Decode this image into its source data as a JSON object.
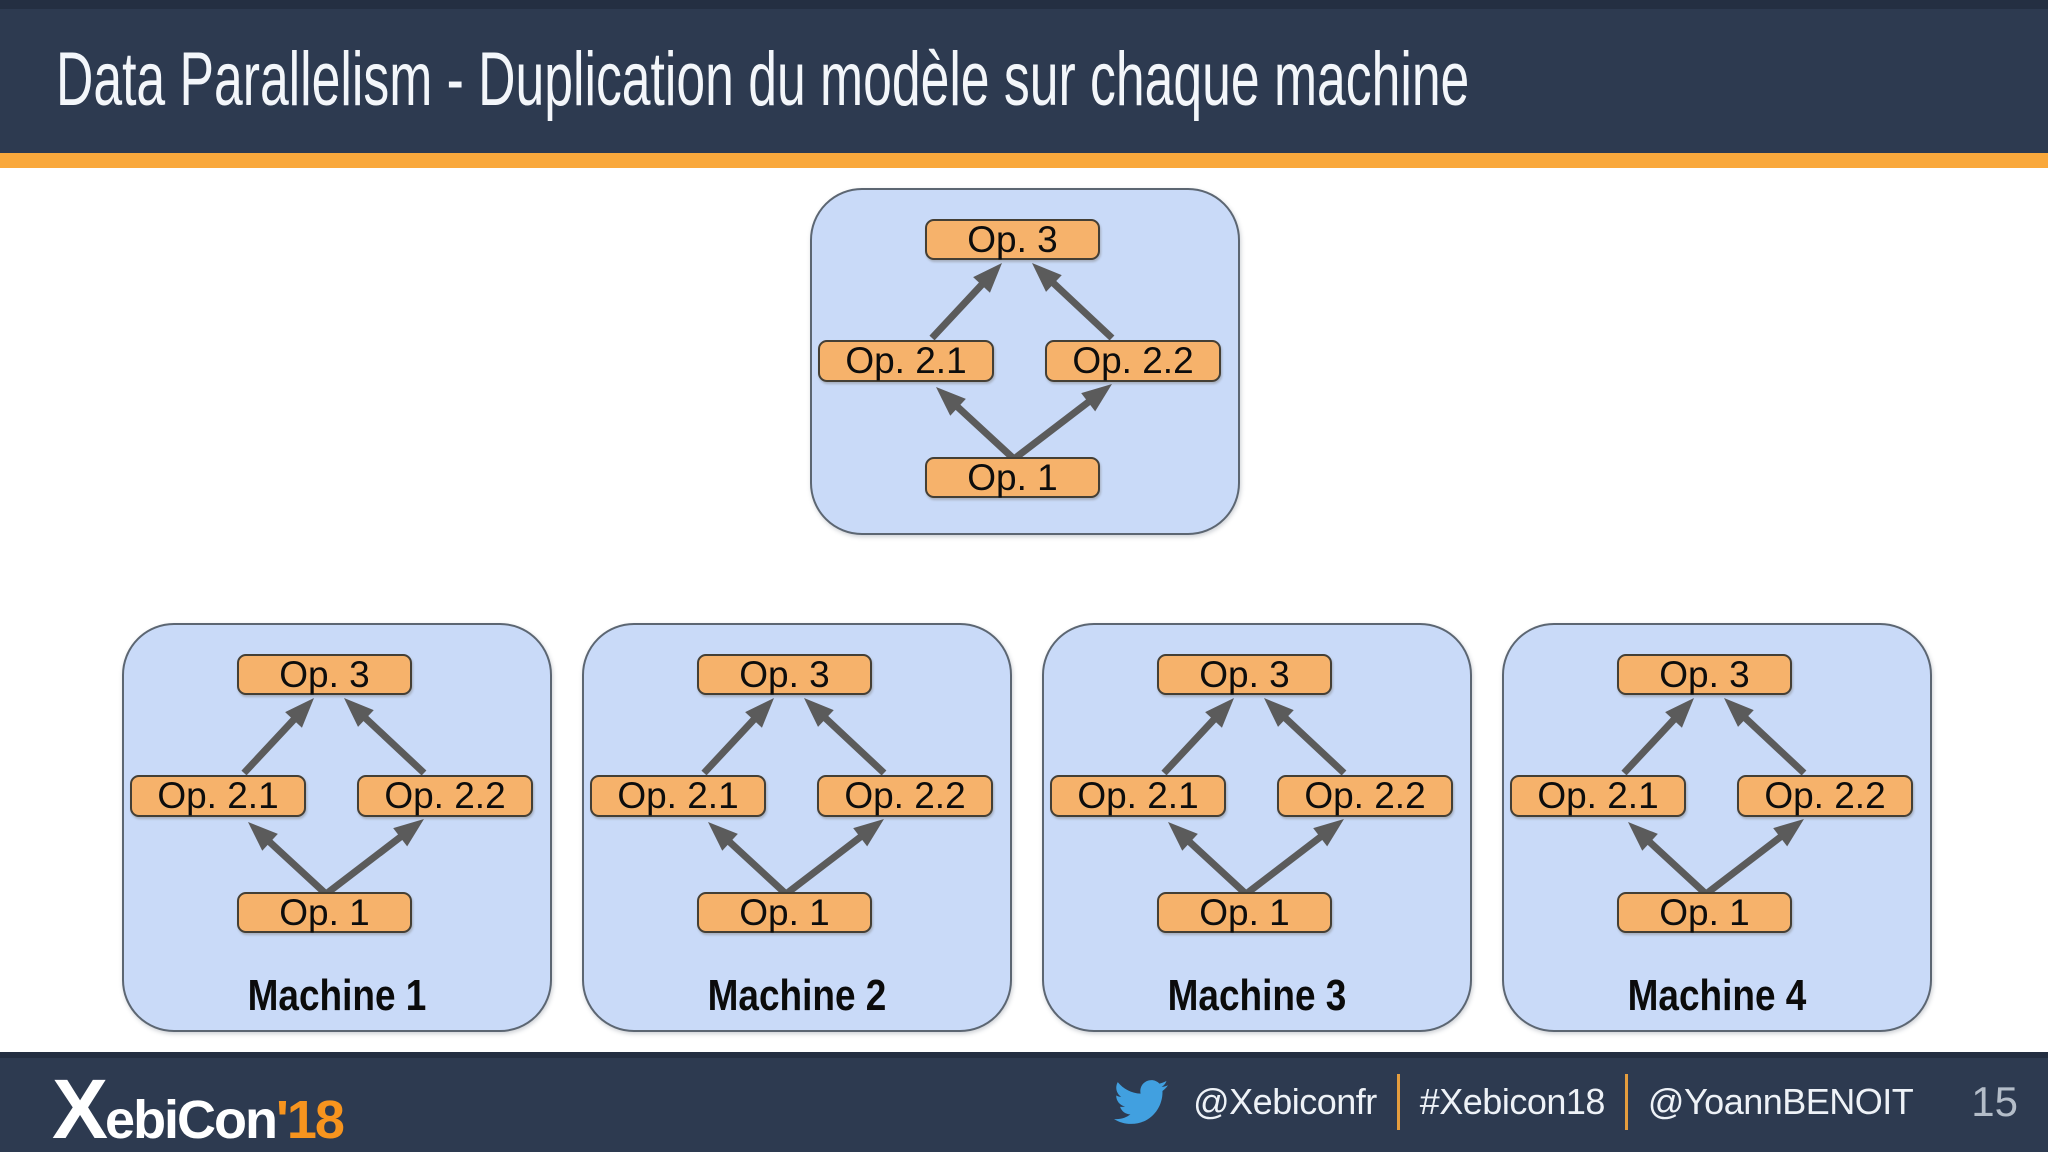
{
  "header": {
    "title": "Data Parallelism - Duplication du modèle sur chaque machine"
  },
  "diagram": {
    "nodes": {
      "op1": "Op. 1",
      "op21": "Op. 2.1",
      "op22": "Op. 2.2",
      "op3": "Op. 3"
    },
    "edges": [
      {
        "from": "op1",
        "to": "op21"
      },
      {
        "from": "op1",
        "to": "op22"
      },
      {
        "from": "op21",
        "to": "op3"
      },
      {
        "from": "op22",
        "to": "op3"
      }
    ]
  },
  "machines": [
    {
      "label": "Machine 1"
    },
    {
      "label": "Machine 2"
    },
    {
      "label": "Machine 3"
    },
    {
      "label": "Machine 4"
    }
  ],
  "footer": {
    "logo": {
      "x": "X",
      "rest": "ebiCon",
      "year": "'18"
    },
    "twitter_handle": "@Xebiconfr",
    "hashtag": "#Xebicon18",
    "speaker_handle": "@YoannBENOIT",
    "page_number": "15"
  },
  "colors": {
    "navy": "#2d3a50",
    "accent_orange": "#f9a83c",
    "panel_blue_fill": "#c9daf8",
    "panel_border_gray": "#5c6672",
    "node_orange_fill": "#f6b26b",
    "arrow_gray": "#5b5b5b",
    "logo_orange": "#f7941e",
    "twitter_blue": "#41a0e0",
    "page_number_gray": "#b4bdc9"
  }
}
